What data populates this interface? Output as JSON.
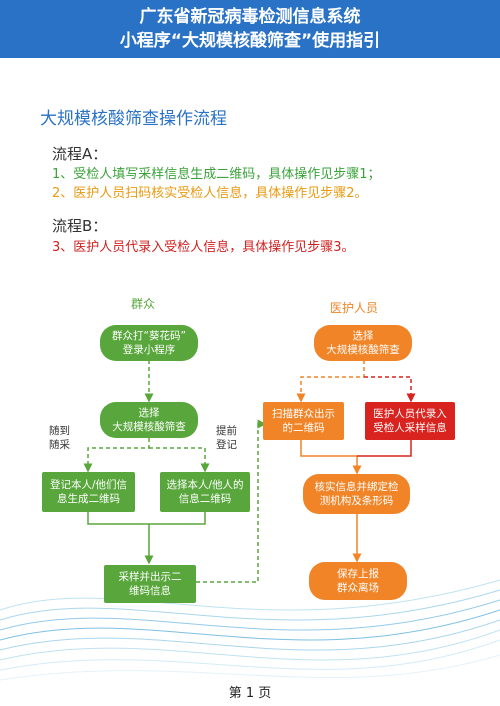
{
  "header": {
    "line1": "广东省新冠病毒检测信息系统",
    "line2": "小程序“大规模核酸筛查”使用指引"
  },
  "section_title": "大规模核酸筛查操作流程",
  "flowA": {
    "label": "流程A：",
    "step1": "1、受检人填写采样信息生成二维码，具体操作见步骤1；",
    "step2": "2、医护人员扫码核实受检人信息，具体操作见步骤2。"
  },
  "flowB": {
    "label": "流程B：",
    "step3": "3、医护人员代录入受检人信息，具体操作见步骤3。"
  },
  "diagram": {
    "public_title": "群众",
    "medical_title": "医护人员",
    "note_walkin": "随到\n随采",
    "note_register": "提前\n登记",
    "boxes": {
      "login": "群众打“葵花码”\n登录小程序",
      "select_public": "选择\n大规模核酸筛查",
      "self_register": "登记本人/他们信\n息生成二维码",
      "choose_person": "选择本人/他人的\n信息二维码",
      "show_qr": "采样并出示二\n维码信息",
      "select_medical": "选择\n大规模核酸筛查",
      "scan_qr": "扫描群众出示\n的二维码",
      "proxy_entry": "医护人员代录入\n受检人采样信息",
      "verify": "核实信息并绑定检\n测机构及条形码",
      "save": "保存上报\n群众离场"
    }
  },
  "colors": {
    "header": "#2a72c6",
    "green": "#58a63c",
    "orange": "#f08426",
    "red": "#d8231f"
  },
  "footer": "第 1 页"
}
